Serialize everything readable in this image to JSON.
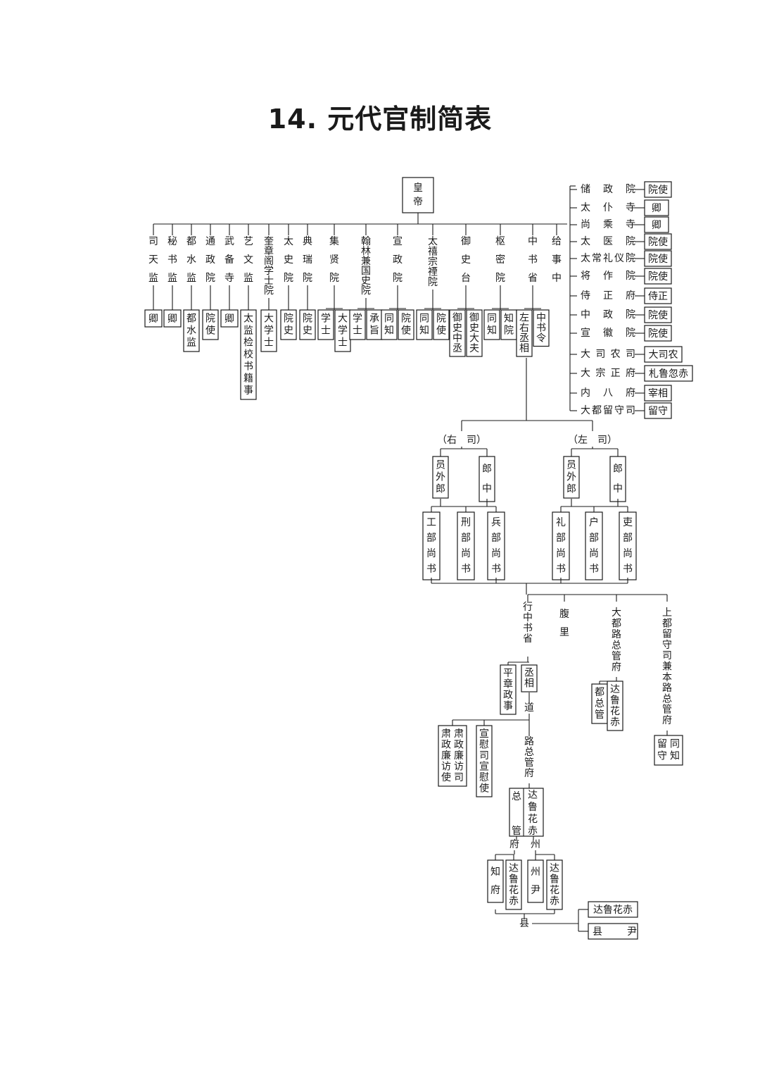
{
  "title": "14. 元代官制简表",
  "root": "皇帝",
  "top_offices": [
    {
      "name": "司天监",
      "posts": [
        "卿"
      ]
    },
    {
      "name": "秘书监",
      "posts": [
        "卿"
      ]
    },
    {
      "name": "都水监",
      "posts": [
        "都水监"
      ]
    },
    {
      "name": "通政院",
      "posts": [
        "院使"
      ]
    },
    {
      "name": "武备寺",
      "posts": [
        "卿"
      ]
    },
    {
      "name": "艺文监",
      "posts": [
        "太监检校书籍事"
      ]
    },
    {
      "name": "奎章阁学士院",
      "posts": [
        "大学士"
      ]
    },
    {
      "name": "太史院",
      "posts": [
        "院史"
      ]
    },
    {
      "name": "典瑞院",
      "posts": [
        "院史"
      ]
    },
    {
      "name": "集贤院",
      "posts": [
        "学士",
        "大学士"
      ]
    },
    {
      "name": "翰林兼国史院",
      "posts": [
        "学士",
        "承旨"
      ]
    },
    {
      "name": "宣政院",
      "posts": [
        "同知",
        "院使"
      ]
    },
    {
      "name": "太禧宗禋院",
      "posts": [
        "同知",
        "院使"
      ]
    },
    {
      "name": "御史台",
      "posts": [
        "御史中丞",
        "御史大夫"
      ]
    },
    {
      "name": "枢密院",
      "posts": [
        "同知",
        "知院"
      ]
    },
    {
      "name": "中书省",
      "posts": [
        "左右丞相",
        "中书令"
      ]
    },
    {
      "name": "给事中",
      "posts": []
    }
  ],
  "right_offices": [
    {
      "name": "储政院",
      "post": "院使"
    },
    {
      "name": "太仆寺",
      "post": "卿"
    },
    {
      "name": "尚乘寺",
      "post": "卿"
    },
    {
      "name": "太医院",
      "post": "院使"
    },
    {
      "name": "太常礼仪院",
      "post": "院使"
    },
    {
      "name": "将作院",
      "post": "院使"
    },
    {
      "name": "侍正府",
      "post": "侍正"
    },
    {
      "name": "中政院",
      "post": "院使"
    },
    {
      "name": "宣徽院",
      "post": "院使"
    },
    {
      "name": "大司农司",
      "post": "大司农"
    },
    {
      "name": "大宗正府",
      "post": "札鲁忽赤"
    },
    {
      "name": "内八府",
      "post": "宰相"
    },
    {
      "name": "大都留守司",
      "post": "留守"
    }
  ],
  "secretariat": {
    "right_si": {
      "label": "（右　司）",
      "officials": [
        "员外郎",
        "郎中"
      ],
      "ministries": [
        "工部尚书",
        "刑部尚书",
        "兵部尚书"
      ]
    },
    "left_si": {
      "label": "（左　司）",
      "officials": [
        "员外郎",
        "郎中"
      ],
      "ministries": [
        "礼部尚书",
        "户部尚书",
        "吏部尚书"
      ]
    }
  },
  "local": {
    "branches": [
      "行中书省",
      "腹里",
      "大都路总管府",
      "上都留守司兼本路总管府"
    ],
    "xingsheng_posts": [
      "平章政事",
      "丞相"
    ],
    "dadu_posts": [
      "都总管",
      "达鲁花赤"
    ],
    "shangdu_posts": [
      "同知留守"
    ],
    "dao": "道",
    "dao_offices": [
      "肃政廉访司肃政廉访使",
      "宣慰司宣慰使"
    ],
    "lu": "路总管府",
    "lu_posts": [
      "总管",
      "达鲁花赤"
    ],
    "fu": "府",
    "zhou": "州",
    "fu_posts": [
      "知府",
      "达鲁花赤"
    ],
    "zhou_posts": [
      "州尹",
      "达鲁花赤"
    ],
    "xian": "县",
    "xian_posts": [
      "达鲁花赤",
      "县尹"
    ]
  }
}
